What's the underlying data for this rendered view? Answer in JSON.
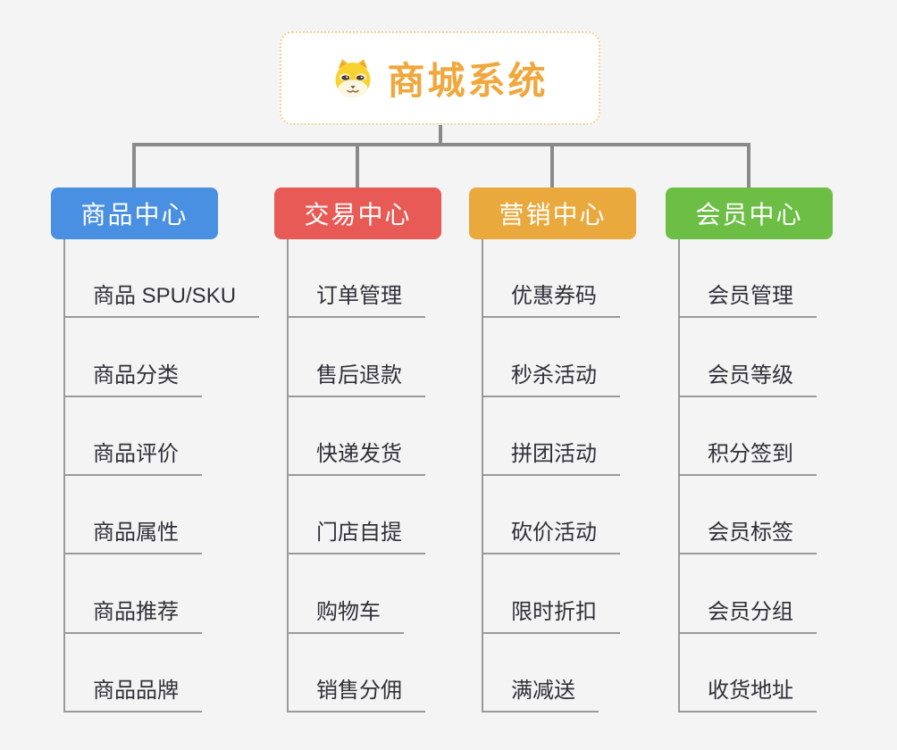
{
  "root": {
    "label": "商城系统",
    "icon": "shiba-dog-icon",
    "accent_color": "#f0a73c",
    "border_color": "#f3cf92"
  },
  "connector_color": "#8a8a8a",
  "branches": [
    {
      "label": "商品中心",
      "color": "#4a90e2",
      "items": [
        "商品 SPU/SKU",
        "商品分类",
        "商品评价",
        "商品属性",
        "商品推荐",
        "商品品牌"
      ]
    },
    {
      "label": "交易中心",
      "color": "#e85a55",
      "items": [
        "订单管理",
        "售后退款",
        "快递发货",
        "门店自提",
        "购物车",
        "销售分佣"
      ]
    },
    {
      "label": "营销中心",
      "color": "#e9a93d",
      "items": [
        "优惠券码",
        "秒杀活动",
        "拼团活动",
        "砍价活动",
        "限时折扣",
        "满减送"
      ]
    },
    {
      "label": "会员中心",
      "color": "#6dbe45",
      "items": [
        "会员管理",
        "会员等级",
        "积分签到",
        "会员标签",
        "会员分组",
        "收货地址"
      ]
    }
  ]
}
